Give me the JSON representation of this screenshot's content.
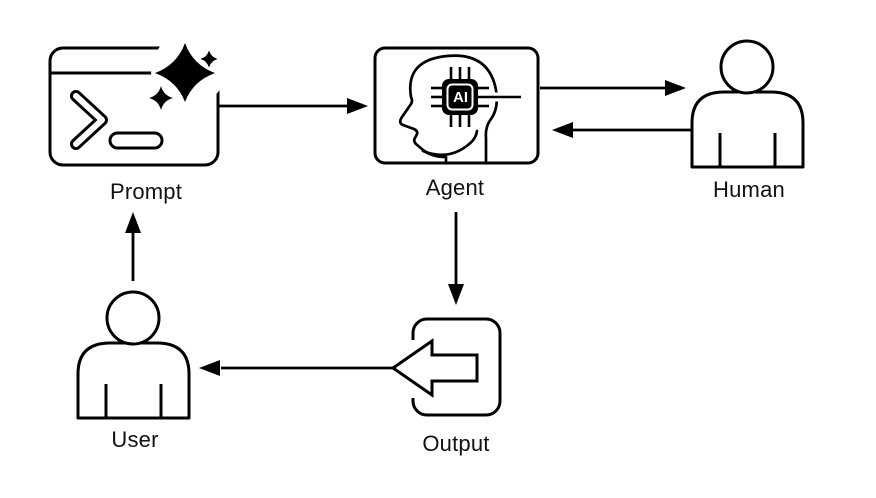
{
  "diagram": {
    "background": "#ffffff",
    "stroke_color": "#000000",
    "nodes": {
      "prompt": {
        "label": "Prompt",
        "icon": "terminal-sparkle-icon"
      },
      "agent": {
        "label": "Agent",
        "icon": "head-ai-chip-icon",
        "chip_text": "AI"
      },
      "human": {
        "label": "Human",
        "icon": "person-icon"
      },
      "output": {
        "label": "Output",
        "icon": "export-arrow-icon"
      },
      "user": {
        "label": "User",
        "icon": "person-icon"
      }
    },
    "edges": [
      {
        "from": "Prompt",
        "to": "Agent",
        "direction": "right"
      },
      {
        "from": "Agent",
        "to": "Human",
        "direction": "right"
      },
      {
        "from": "Human",
        "to": "Agent",
        "direction": "left"
      },
      {
        "from": "Agent",
        "to": "Output",
        "direction": "down"
      },
      {
        "from": "Output",
        "to": "User",
        "direction": "left"
      },
      {
        "from": "User",
        "to": "Prompt",
        "direction": "up"
      }
    ]
  }
}
